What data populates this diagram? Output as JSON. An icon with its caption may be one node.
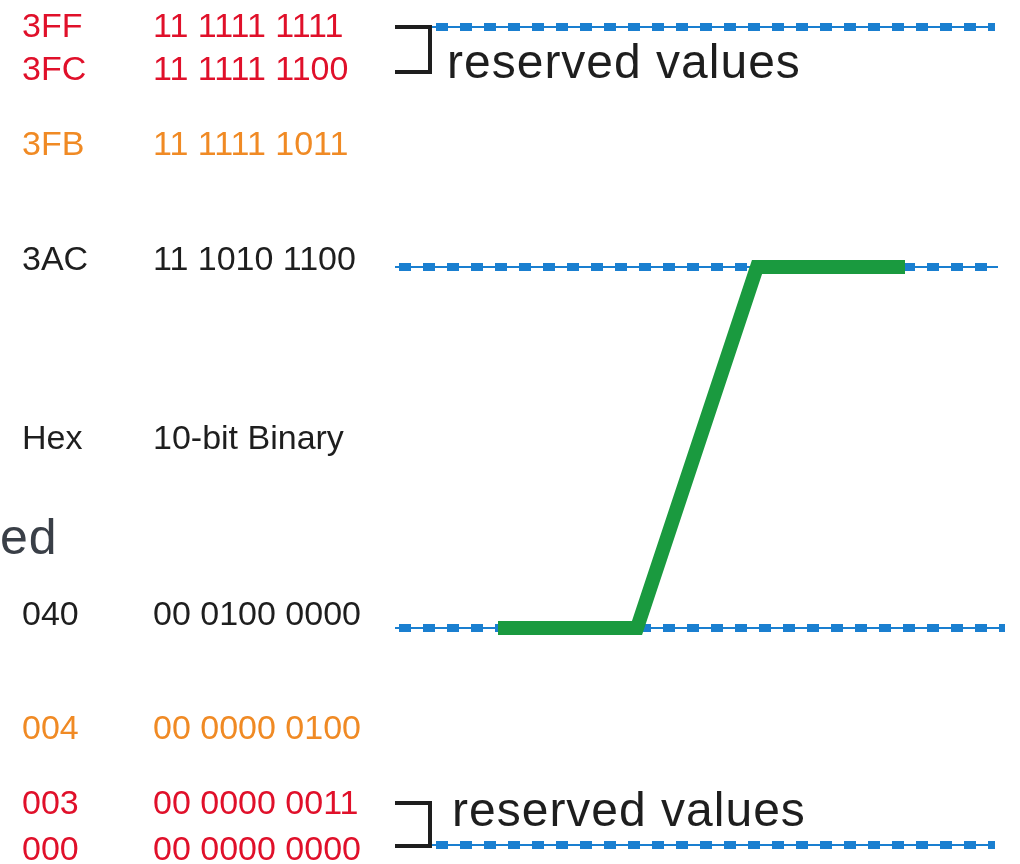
{
  "diagram": {
    "labels": [
      "3FF",
      "11 1111 1111",
      "3FC",
      "11 1111 1100",
      "reserved values",
      "3FB",
      "11 1111 1011",
      "3AC",
      "11 1010 1100",
      "Hex",
      "10-bit Binary",
      "ed",
      "040",
      "00 0100 0000",
      "004",
      "00 0000 0100",
      "003",
      "00 0000 0011",
      "reserved values",
      "000",
      "00 0000 0000"
    ]
  }
}
